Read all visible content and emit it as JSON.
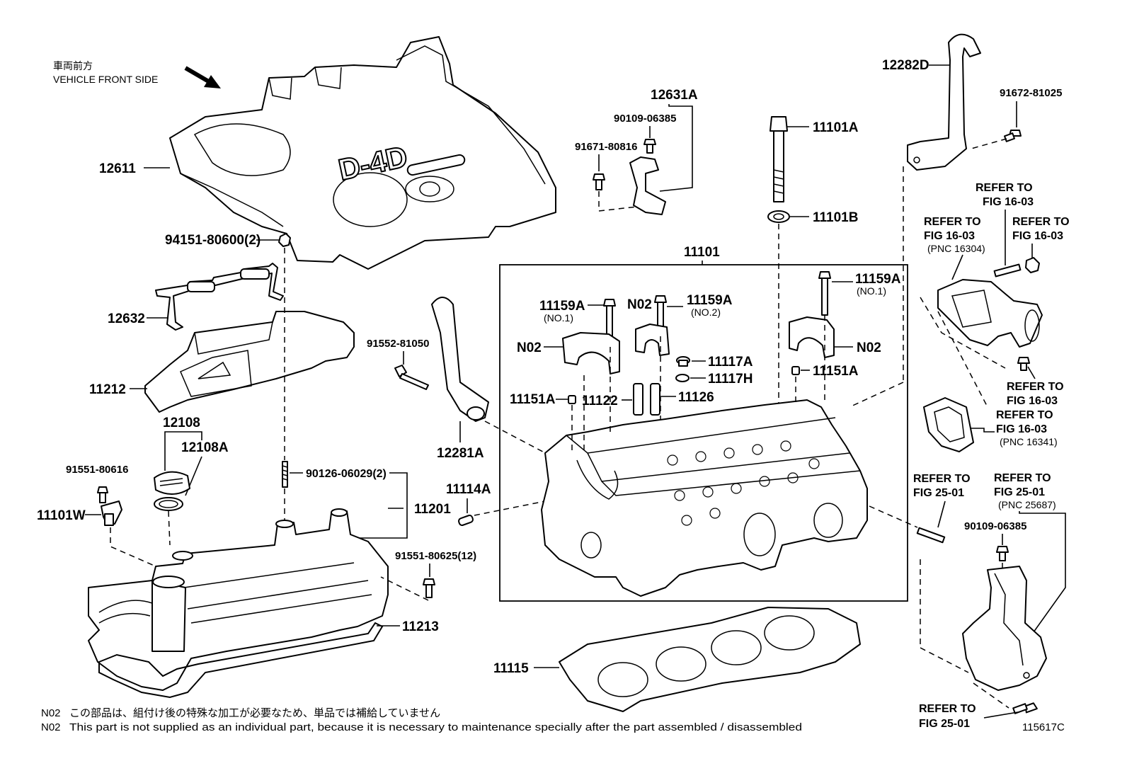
{
  "header": {
    "front_jp": "車両前方",
    "front_en": "VEHICLE FRONT SIDE"
  },
  "cover": {
    "emblem_text": "D-4D"
  },
  "parts": {
    "p12611": "12611",
    "p94151": "94151-80600(2)",
    "p12632": "12632",
    "p11212": "11212",
    "p12108": "12108",
    "p12108A": "12108A",
    "p91551_80616": "91551-80616",
    "p11101W": "11101W",
    "p90126": "90126-06029(2)",
    "p11201": "11201",
    "p91551_80625": "91551-80625(12)",
    "p11213": "11213",
    "p91552": "91552-81050",
    "p12281A": "12281A",
    "p11114A": "11114A",
    "p12631A": "12631A",
    "p90109_top": "90109-06385",
    "p91671": "91671-80816",
    "p11101A": "11101A",
    "p11101B": "11101B",
    "p11101": "11101",
    "p11159A_left": "11159A",
    "p11159A_left_sub": "(NO.1)",
    "p11159A_mid": "11159A",
    "p11159A_mid_sub": "(NO.2)",
    "p11159A_right": "11159A",
    "p11159A_right_sub": "(NO.1)",
    "n02_a": "N02",
    "n02_b": "N02",
    "n02_c": "N02",
    "p11117A": "11117A",
    "p11117H": "11117H",
    "p11151A_left": "11151A",
    "p11151A_right": "11151A",
    "p11122": "11122",
    "p11126": "11126",
    "p11115": "11115",
    "p12282D": "12282D",
    "p91672": "91672-81025",
    "p90109_right": "90109-06385"
  },
  "refs": {
    "r1_l1": "REFER TO",
    "r1_l2": "FIG 16-03",
    "r2_l1": "REFER TO",
    "r2_l2": "FIG 16-03",
    "r2_l3": "(PNC 16304)",
    "r3_l1": "REFER TO",
    "r3_l2": "FIG 16-03",
    "r4_l1": "REFER TO",
    "r4_l2": "FIG 16-03",
    "r5_l1": "REFER TO",
    "r5_l2": "FIG 16-03",
    "r5_l3": "(PNC 16341)",
    "r6_l1": "REFER TO",
    "r6_l2": "FIG 25-01",
    "r7_l1": "REFER TO",
    "r7_l2": "FIG 25-01",
    "r7_l3": "(PNC 25687)",
    "r8_l1": "REFER TO",
    "r8_l2": "FIG 25-01"
  },
  "notes": {
    "tag_1": "N02",
    "text_1": "この部品は、組付け後の特殊な加工が必要なため、単品では補給していません",
    "tag_2": "N02",
    "text_2": "This part is not supplied as an individual part, because it is necessary to maintenance specially after the part assembled / disassembled"
  },
  "footer": {
    "figure_id": "115617C"
  }
}
